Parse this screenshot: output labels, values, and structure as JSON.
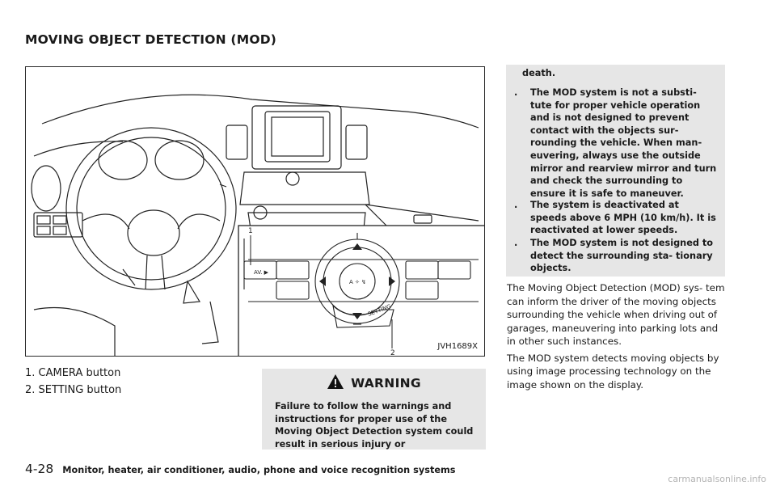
{
  "section_title": "MOVING OBJECT DETECTION (MOD)",
  "figure": {
    "id": "JVH1689X",
    "callout_1": "1",
    "callout_2": "2"
  },
  "captions": [
    "1. CAMERA button",
    "2. SETTING button"
  ],
  "warning": {
    "heading": "WARNING",
    "text": "Failure to follow the warnings and instructions for proper use of the Moving Object Detection system could result in serious injury or",
    "continuation": "death.",
    "bullets": [
      "The MOD system is not a substi- tute for proper vehicle operation and is not designed to prevent contact with the objects sur- rounding the vehicle. When man- euvering, always use the outside mirror and rearview mirror and turn and check the surrounding to ensure it is safe to maneuver.",
      "The system is deactivated at speeds above 6 MPH (10 km/h). It is reactivated at lower speeds.",
      "The MOD system is not designed to detect the surrounding sta- tionary objects."
    ],
    "bullet_marker": "."
  },
  "body_paragraphs": [
    "The Moving Object Detection (MOD) sys- tem can inform the driver of the moving objects surrounding the vehicle when driving out of garages, maneuvering into parking lots and in other such instances.",
    "The MOD system detects moving objects by using image processing technology on the image shown on the display."
  ],
  "footer": {
    "page_number": "4-28",
    "chapter": "Monitor, heater, air conditioner, audio, phone and voice recognition systems"
  },
  "watermark": "carmanualsonline.info",
  "colors": {
    "box_gray": "#e6e6e6",
    "text": "#1a1a1a",
    "warning_icon": "#111111"
  }
}
